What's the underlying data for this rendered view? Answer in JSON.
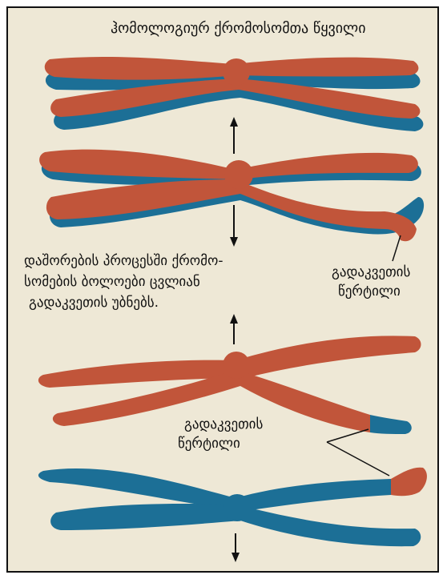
{
  "title": "ჰომოლოგიურ ქრომოსომთა წყვილი",
  "notes": {
    "separation_line1": "დაშორების პროცესში ქრომო-",
    "separation_line2": "სომების ბოლოები ცვლიან",
    "separation_line3": "გადაკვეთის უბნებს.",
    "crossover_line1": "გადაკვეთის",
    "crossover_line2": "წერტილი",
    "crossover2_line1": "გადაკვეთის",
    "crossover2_line2": "წერტილი"
  },
  "colors": {
    "background": "#eee8d6",
    "border": "#111111",
    "chromosome_red": "#c1553a",
    "chromosome_blue": "#1c6f96"
  }
}
